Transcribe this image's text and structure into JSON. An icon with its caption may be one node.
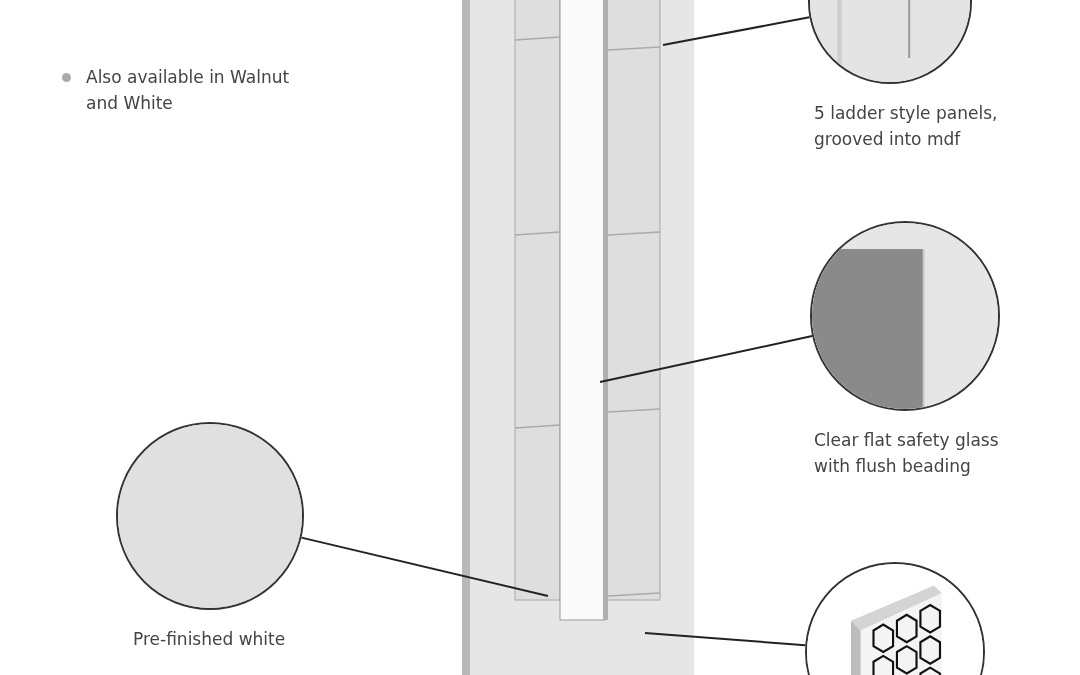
{
  "diagram": {
    "nodes": [
      {
        "text": [],
        "shape": "circle",
        "beside": [
          "5 ladder style panels, grooved into mdf"
        ]
      },
      {
        "text": [],
        "shape": "circle",
        "beside": [
          "Clear flat safety glass with flush beading"
        ]
      },
      {
        "text": [],
        "shape": "circle",
        "beside": [
          "Pre-finished white"
        ]
      },
      {
        "text": [],
        "shape": "circle"
      }
    ],
    "edges": [
      {
        "from": 0,
        "to": null,
        "arrow": "none"
      },
      {
        "from": 1,
        "to": null,
        "arrow": "none"
      },
      {
        "from": 2,
        "to": null,
        "arrow": "none"
      },
      {
        "from": 3,
        "to": null,
        "arrow": "none"
      }
    ],
    "labels": [
      "Also available in Walnut and White"
    ]
  }
}
